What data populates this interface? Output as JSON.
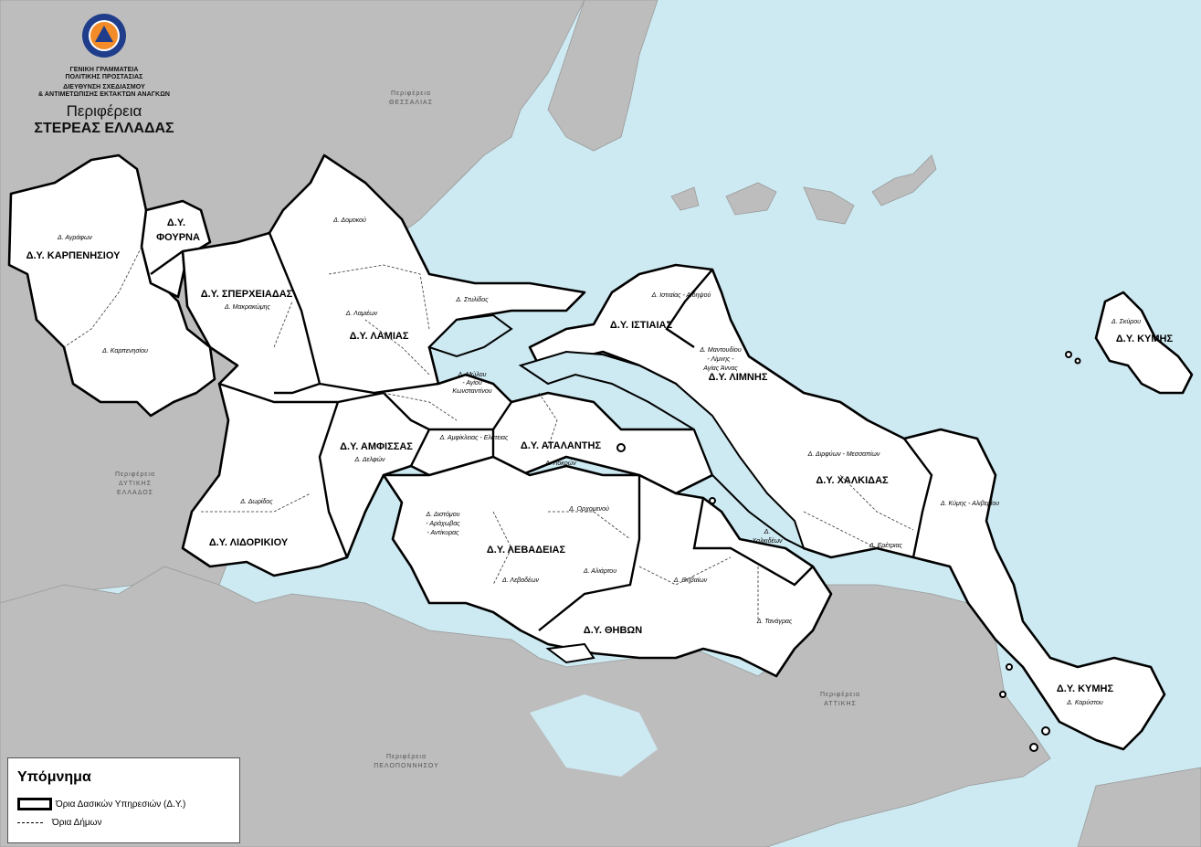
{
  "header": {
    "org_line1": "ΓΕΝΙΚΗ ΓΡΑΜΜΑΤΕΙΑ",
    "org_line2": "ΠΟΛΙΤΙΚΗΣ ΠΡΟΣΤΑΣΙΑΣ",
    "org_line3": "ΔΙΕΥΘΥΝΣΗ ΣΧΕΔΙΑΣΜΟΥ",
    "org_line4": "& ΑΝΤΙΜΕΤΩΠΙΣΗΣ ΕΚΤΑΚΤΩΝ ΑΝΑΓΚΩΝ",
    "region_title": "Περιφέρεια",
    "region_name": "ΣΤΕΡΕΑΣ ΕΛΛΑΔΑΣ"
  },
  "legend": {
    "title": "Υπόμνημα",
    "forest_boundaries": "Όρια Δασικών Υπηρεσιών (Δ.Υ.)",
    "municipal_boundaries": "Όρια Δήμων"
  },
  "regions": {
    "thessaly": [
      "Περιφέρεια",
      "ΘΕΣΣΑΛΙΑΣ"
    ],
    "west_greece": [
      "Περιφέρεια",
      "ΔΥΤΙΚΗΣ",
      "ΕΛΛΑΔΟΣ"
    ],
    "peloponnese": [
      "Περιφέρεια",
      "ΠΕΛΟΠΟΝΝΗΣΟΥ"
    ],
    "attica": [
      "Περιφέρεια",
      "ΑΤΤΙΚΗΣ"
    ]
  },
  "forest_services": {
    "karpenisi": "Δ.Υ. ΚΑΡΠΕΝΗΣΙΟΥ",
    "fourna": [
      "Δ.Υ.",
      "ΦΟΥΡΝΑ"
    ],
    "spercheiada": "Δ.Υ. ΣΠΕΡΧΕΙΑΔΑΣ",
    "lamia": "Δ.Υ. ΛΑΜΙΑΣ",
    "istiaia": "Δ.Υ. ΙΣΤΙΑΙΑΣ",
    "limni": "Δ.Υ. ΛΙΜΝΗΣ",
    "kymi_skyros": "Δ.Υ. ΚΥΜΗΣ",
    "amfissa": "Δ.Υ. ΑΜΦΙΣΣΑΣ",
    "atalanti": "Δ.Υ. ΑΤΑΛΑΝΤΗΣ",
    "chalkida": "Δ.Υ. ΧΑΛΚΙΔΑΣ",
    "lidoriki": "Δ.Υ. ΛΙΔΟΡΙΚΙΟΥ",
    "levadeia": "Δ.Υ. ΛΕΒΑΔΕΙΑΣ",
    "thiva": "Δ.Υ. ΘΗΒΩΝ",
    "kymi": "Δ.Υ. ΚΥΜΗΣ"
  },
  "municipalities": {
    "agrafa": "Δ. Αγράφων",
    "karpenisi": "Δ. Καρπενησίου",
    "makrakomi": "Δ. Μακρακώμης",
    "domokos": "Δ. Δομοκού",
    "lamia": "Δ. Λαμιέων",
    "stylida": "Δ. Στυλίδος",
    "molos": [
      "Δ. Μώλου",
      "- Αγίου",
      "Κωνσταντίνου"
    ],
    "istiaia": "Δ. Ιστιαίας - Αιδηψού",
    "mantoudi": [
      "Δ. Μαντουδίου",
      "- Λίμνης -",
      "Αγίας Άννας"
    ],
    "skyros": "Δ. Σκύρου",
    "delfoi": "Δ. Δελφών",
    "amfikleia": "Δ. Αμφίκλειας - Ελάτειας",
    "lokroi": "Δ. Λοκρών",
    "dirfys": "Δ. Διρφύων - Μεσσαπίων",
    "kymi_aliveri": "Δ. Κύμης - Αλιβερίου",
    "dorida": "Δ. Δωρίδος",
    "distomo": [
      "Δ. Διστόμου",
      "- Αράχωβας",
      "- Αντίκυρας"
    ],
    "orchomenos": "Δ. Ορχομενού",
    "chalkideon": [
      "Δ.",
      "Χαλκιδέων"
    ],
    "eretria": "Δ. Ερέτριας",
    "levadeia": "Δ. Λεβαδέων",
    "aliartos": "Δ. Αλιάρτου",
    "thiva": "Δ. Θηβαίων",
    "tanagra": "Δ. Τανάγρας",
    "karystos": "Δ. Καρύστου"
  },
  "colors": {
    "sea": "#cde9f1",
    "land": "#bdbdbd",
    "region": "#ffffff",
    "border": "#000000"
  }
}
